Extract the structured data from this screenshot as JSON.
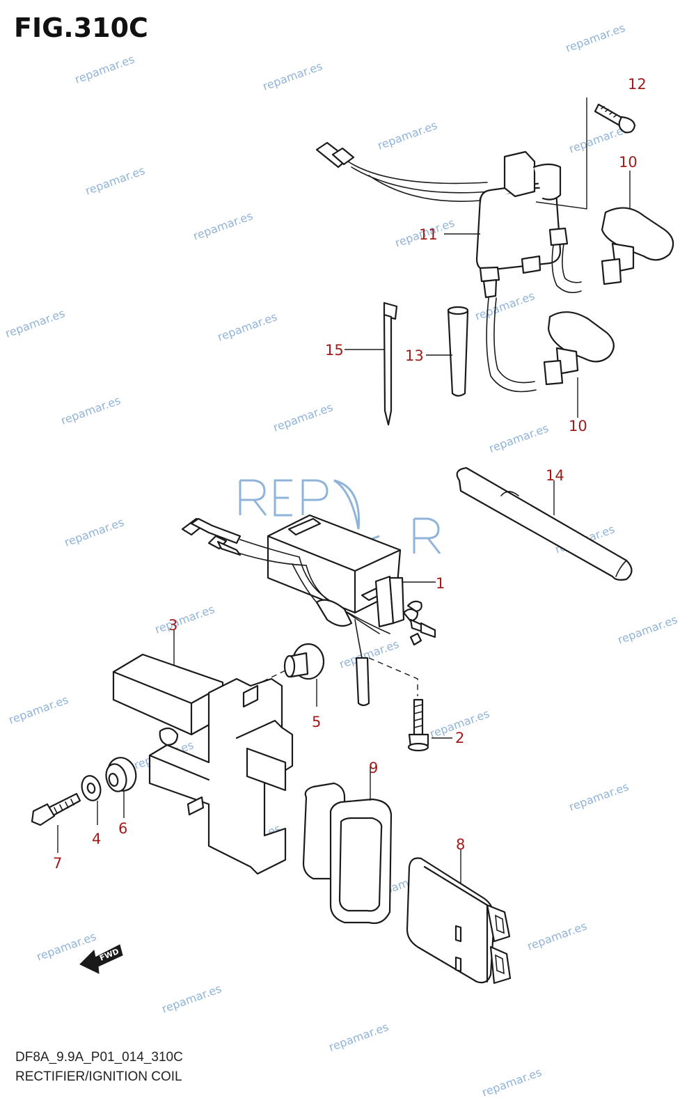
{
  "figure": {
    "title": "FIG.310C",
    "code": "DF8A_9.9A_P01_014_310C",
    "name": "RECTIFIER/IGNITION COIL"
  },
  "watermark": {
    "text": "repamar.es",
    "color": "#8fb3d9"
  },
  "callout_color": "#a11b1b",
  "fwd_label": "FWD",
  "callouts": [
    {
      "id": "12",
      "label": "12"
    },
    {
      "id": "10a",
      "label": "10"
    },
    {
      "id": "11",
      "label": "11"
    },
    {
      "id": "15",
      "label": "15"
    },
    {
      "id": "13",
      "label": "13"
    },
    {
      "id": "10b",
      "label": "10"
    },
    {
      "id": "14",
      "label": "14"
    },
    {
      "id": "1",
      "label": "1"
    },
    {
      "id": "3",
      "label": "3"
    },
    {
      "id": "5",
      "label": "5"
    },
    {
      "id": "2",
      "label": "2"
    },
    {
      "id": "9",
      "label": "9"
    },
    {
      "id": "4",
      "label": "4"
    },
    {
      "id": "6",
      "label": "6"
    },
    {
      "id": "7",
      "label": "7"
    },
    {
      "id": "8",
      "label": "8"
    }
  ]
}
